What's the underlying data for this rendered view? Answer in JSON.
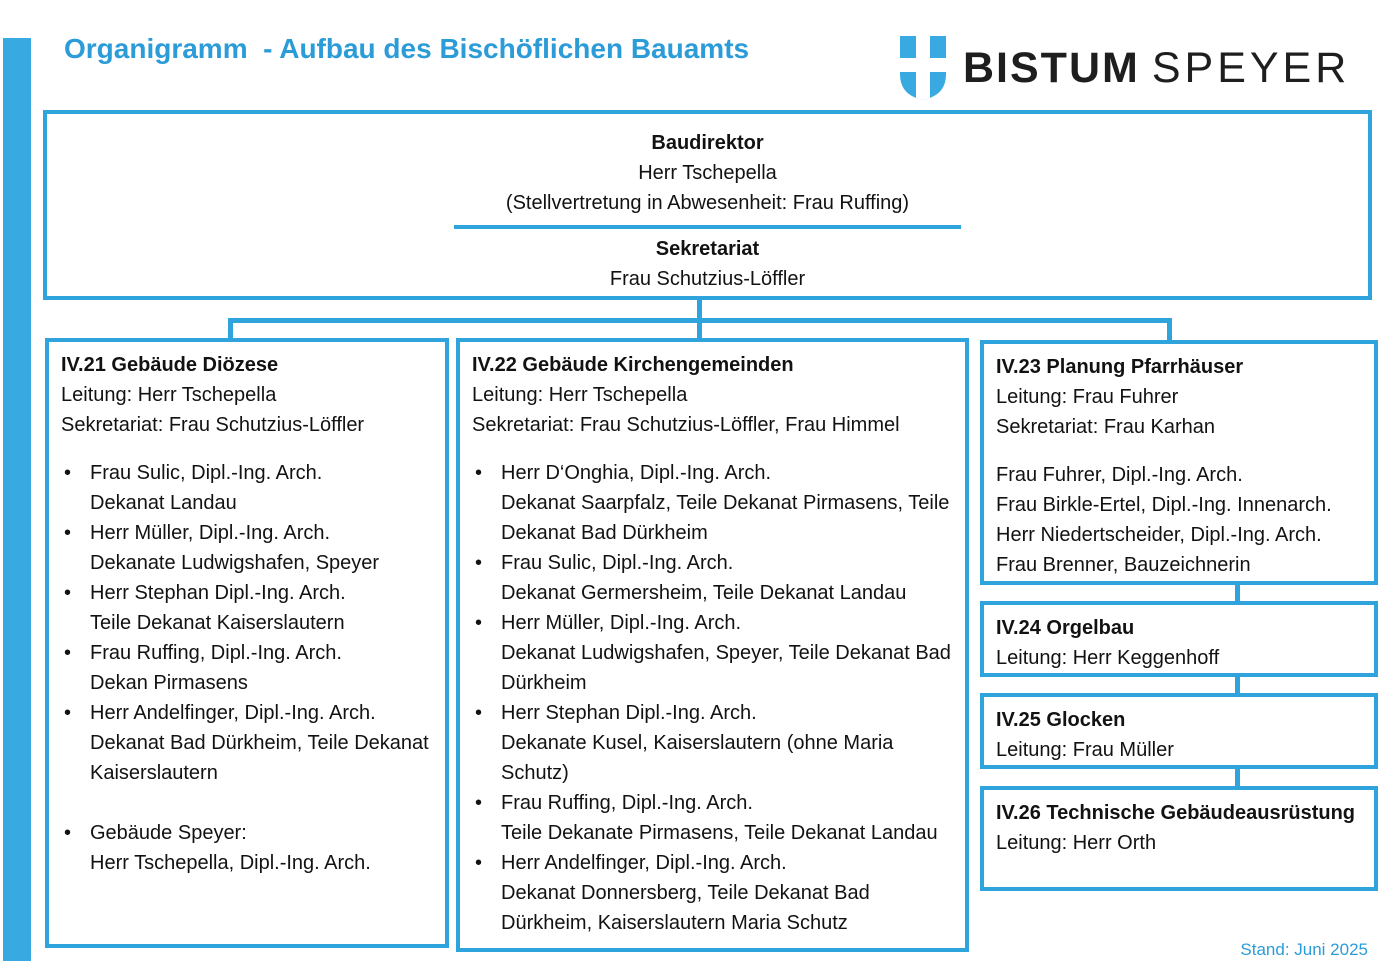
{
  "page": {
    "title": "Organigramm  - Aufbau des Bischöflichen Bauamts",
    "stand": "Stand: Juni 2025"
  },
  "logo": {
    "word1": "BISTUM",
    "word2": "SPEYER",
    "icon": "shield-cross-icon"
  },
  "top_box": {
    "role": "Baudirektor",
    "holder": "Herr Tschepella",
    "deputy": "(Stellvertretung in Abwesenheit: Frau Ruffing)",
    "secretariat_label": "Sekretariat",
    "secretariat_name": "Frau Schutzius-Löffler"
  },
  "departments": {
    "iv21": {
      "title": "IV.21 Gebäude Diözese",
      "leitung": "Leitung: Herr Tschepella",
      "sekretariat": "Sekretariat: Frau Schutzius-Löffler",
      "members": [
        {
          "name": "Frau Sulic, Dipl.-Ing. Arch.",
          "area": "Dekanat Landau"
        },
        {
          "name": "Herr Müller, Dipl.-Ing. Arch.",
          "area": "Dekanate Ludwigshafen, Speyer"
        },
        {
          "name": "Herr Stephan Dipl.-Ing. Arch.",
          "area": "Teile Dekanat Kaiserslautern"
        },
        {
          "name": "Frau Ruffing, Dipl.-Ing. Arch.",
          "area": "Dekan Pirmasens"
        },
        {
          "name": "Herr Andelfinger, Dipl.-Ing. Arch.",
          "area": "Dekanat Bad Dürkheim, Teile Dekanat Kaiserslautern"
        }
      ],
      "extra": {
        "name": "Gebäude Speyer:",
        "area": "Herr Tschepella, Dipl.-Ing. Arch."
      }
    },
    "iv22": {
      "title": "IV.22 Gebäude Kirchengemeinden",
      "leitung": "Leitung: Herr Tschepella",
      "sekretariat": "Sekretariat: Frau Schutzius-Löffler, Frau Himmel",
      "members": [
        {
          "name": "Herr D‘Onghia, Dipl.-Ing. Arch.",
          "area": "Dekanat Saarpfalz, Teile Dekanat Pirmasens, Teile Dekanat Bad Dürkheim"
        },
        {
          "name": "Frau Sulic, Dipl.-Ing. Arch.",
          "area": "Dekanat Germersheim, Teile Dekanat Landau"
        },
        {
          "name": "Herr Müller, Dipl.-Ing. Arch.",
          "area": "Dekanat Ludwigshafen, Speyer, Teile Dekanat Bad Dürkheim"
        },
        {
          "name": "Herr Stephan Dipl.-Ing. Arch.",
          "area": "Dekanate Kusel, Kaiserslautern (ohne Maria Schutz)"
        },
        {
          "name": "Frau Ruffing, Dipl.-Ing. Arch.",
          "area": "Teile Dekanate Pirmasens, Teile Dekanat Landau"
        },
        {
          "name": "Herr Andelfinger, Dipl.-Ing. Arch.",
          "area": "Dekanat Donnersberg, Teile Dekanat Bad Dürkheim, Kaiserslautern Maria Schutz"
        }
      ]
    },
    "iv23": {
      "title": "IV.23 Planung Pfarrhäuser",
      "leitung": "Leitung: Frau Fuhrer",
      "sekretariat": "Sekretariat: Frau Karhan",
      "staff": [
        "Frau Fuhrer, Dipl.-Ing. Arch.",
        "Frau Birkle-Ertel, Dipl.-Ing. Innenarch.",
        "Herr Niedertscheider, Dipl.-Ing. Arch.",
        "Frau Brenner, Bauzeichnerin"
      ]
    },
    "iv24": {
      "title": "IV.24 Orgelbau",
      "leitung": "Leitung: Herr Keggenhoff"
    },
    "iv25": {
      "title": "IV.25 Glocken",
      "leitung": "Leitung: Frau Müller"
    },
    "iv26": {
      "title": "IV.26 Technische Gebäudeausrüstung",
      "leitung": "Leitung: Herr Orth"
    }
  },
  "colors": {
    "accent": "#2fa3dc",
    "title_blue": "#2b9cd8",
    "shield_blue": "#39a9e1",
    "text": "#121212"
  }
}
